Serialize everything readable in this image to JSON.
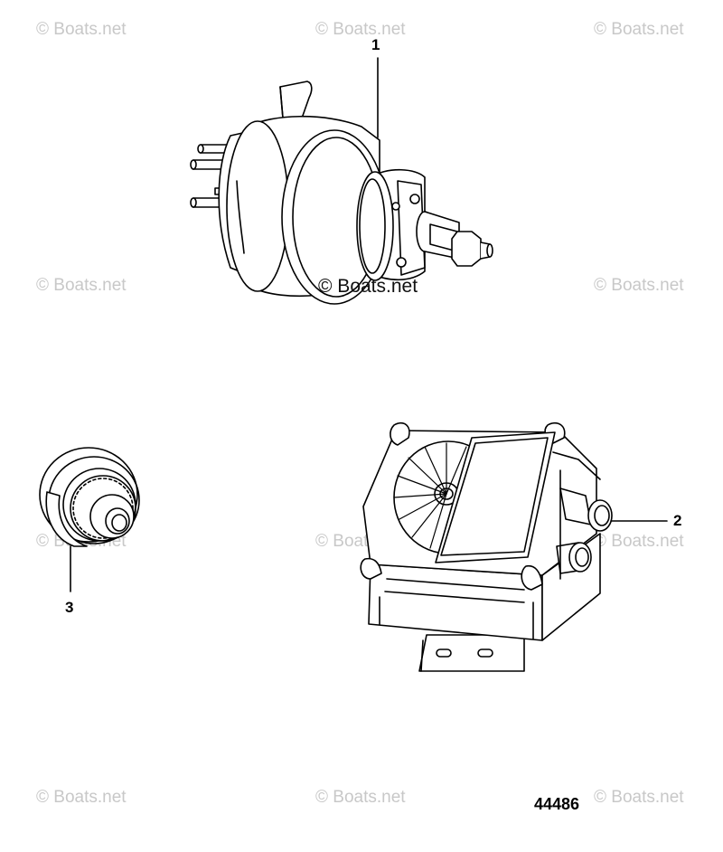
{
  "watermark": "© Boats.net",
  "watermark_center": "© Boats.net",
  "callouts": {
    "part1": "1",
    "part2": "2",
    "part3": "3"
  },
  "drawing_number": "44486",
  "colors": {
    "line": "#000000",
    "watermark": "#c8c8c8"
  }
}
